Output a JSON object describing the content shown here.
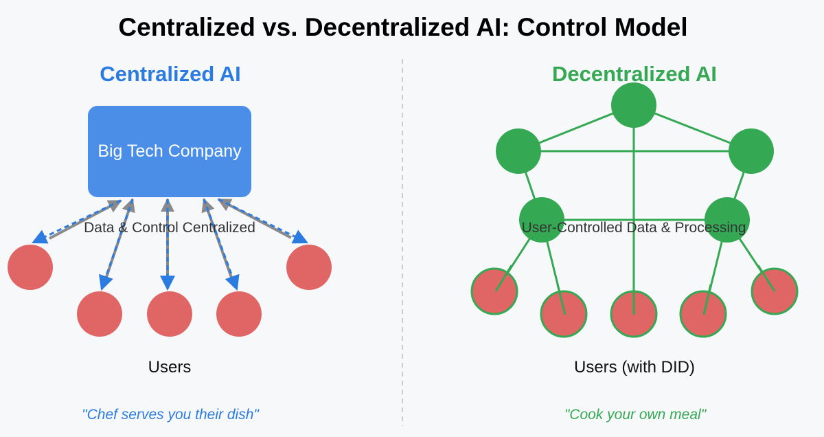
{
  "title": "Centralized vs. Decentralized AI: Control Model",
  "centralized": {
    "heading": "Centralized AI",
    "hub_label": "Big Tech Company",
    "flow_label": "Data & Control Centralized",
    "users_label": "Users",
    "quote": "\"Chef serves you their dish\""
  },
  "decentralized": {
    "heading": "Decentralized AI",
    "network_label": "User-Controlled Data & Processing",
    "users_label": "Users (with DID)",
    "quote": "\"Cook your own meal\""
  },
  "colors": {
    "blue": "#2b7be0",
    "hub_fill": "#4a8ee8",
    "green": "#34a853",
    "user_red": "#e06666",
    "arrow_gray": "#8a8a8a",
    "divider": "#cccccc"
  }
}
